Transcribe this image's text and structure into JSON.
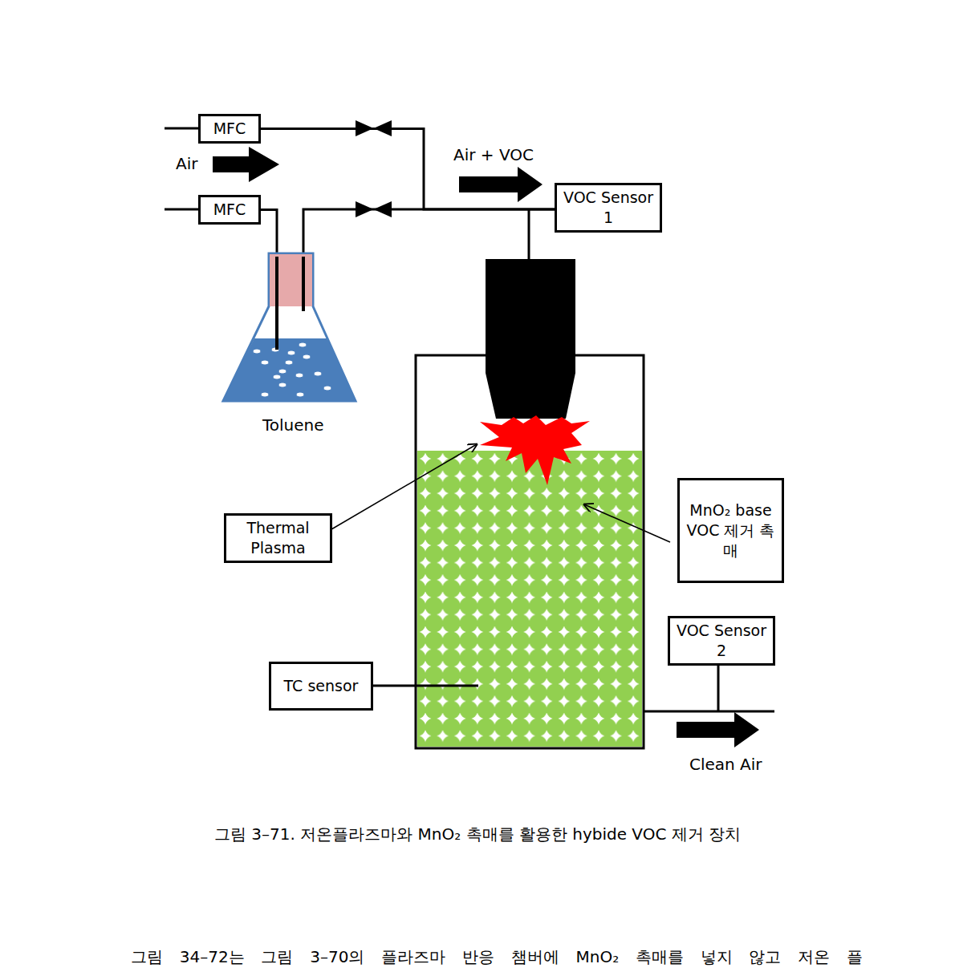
{
  "diagram": {
    "caption": "그림 3–71. 저온플라즈마와 MnO₂ 촉매를 활용한 hybide VOC 제거 장치",
    "nodes": [
      {
        "text": [
          "MFC"
        ]
      },
      {
        "text": [
          "MFC"
        ]
      },
      {
        "text": [
          "VOC Sensor 1"
        ]
      },
      {
        "text": [
          "Thermal Plasma"
        ]
      },
      {
        "text": [
          "MnO₂ base VOC 제거 촉매"
        ]
      },
      {
        "text": [
          "VOC Sensor 2"
        ]
      },
      {
        "text": [
          "TC sensor"
        ]
      }
    ],
    "edges": [
      {
        "from": 0,
        "to": 2,
        "arrow": "none"
      },
      {
        "from": 1,
        "to": 2,
        "arrow": "none"
      }
    ],
    "labels": [
      "Air",
      "Air + VOC",
      "Toluene",
      "Clean Air",
      "그림 34–72는 그림 3–70의 플라즈마 반응 챔버에 MnO₂ 촉매를 넣지 않고 저온 플"
    ]
  }
}
